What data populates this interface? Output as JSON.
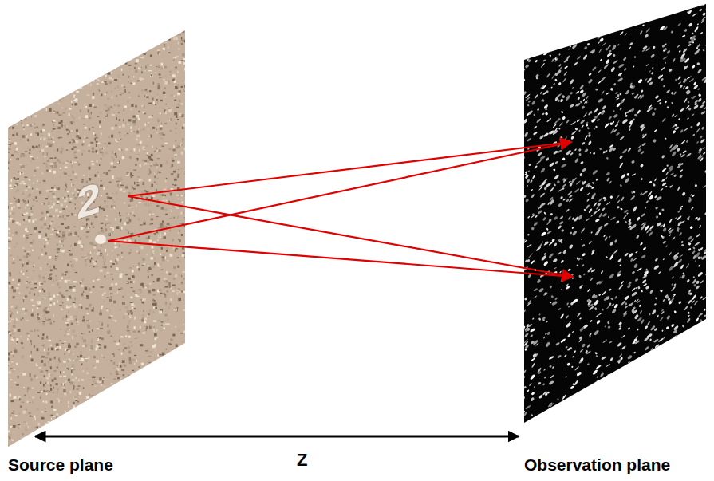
{
  "diagram": {
    "labels": [
      "2",
      "Source plane",
      "Z",
      "Observation plane"
    ]
  }
}
